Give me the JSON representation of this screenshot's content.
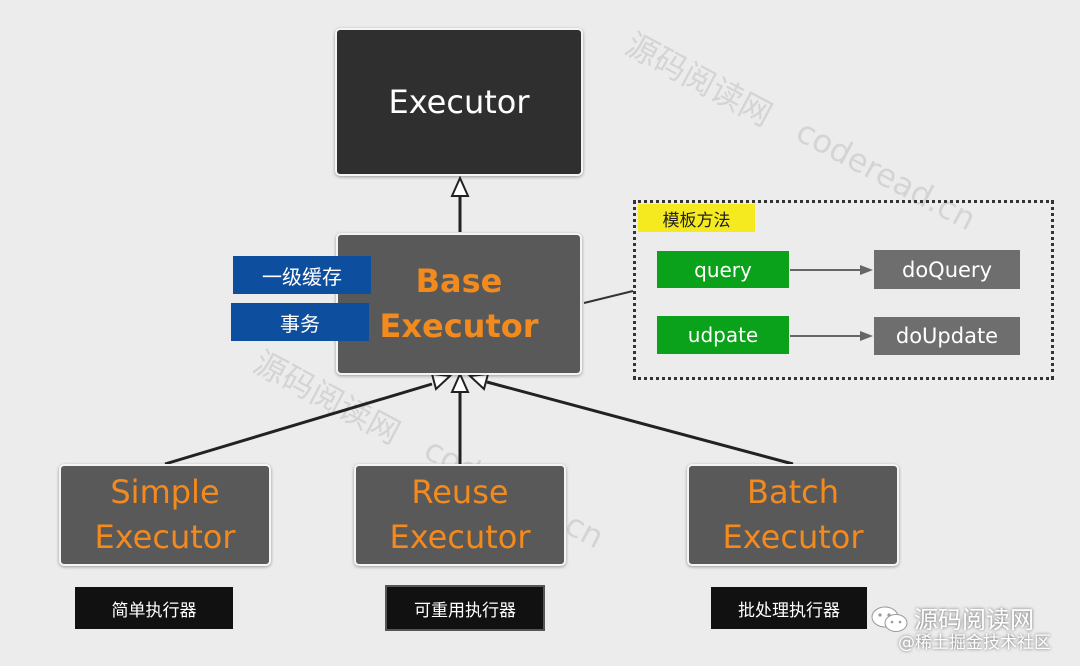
{
  "nodes": {
    "executor": "Executor",
    "base_executor": "Base\nExecutor",
    "simple_executor": "Simple\nExecutor",
    "reuse_executor": "Reuse\nExecutor",
    "batch_executor": "Batch\nExecutor"
  },
  "base_tags": {
    "cache": "一级缓存",
    "transaction": "事务"
  },
  "template_method": {
    "label": "模板方法",
    "query": "query",
    "do_query": "doQuery",
    "update": "udpate",
    "do_update": "doUpdate"
  },
  "labels": {
    "simple": "简单执行器",
    "reuse": "可重用执行器",
    "batch": "批处理执行器"
  },
  "watermarks": {
    "site_name": "源码阅读网",
    "site_url": "coderead.cn"
  },
  "brand": {
    "name": "源码阅读网",
    "community": "@稀土掘金技术社区"
  },
  "colors": {
    "orange": "#f28a1e",
    "blue": "#0d4f9e",
    "green": "#0aa21a",
    "yellow": "#f4ea1f"
  }
}
